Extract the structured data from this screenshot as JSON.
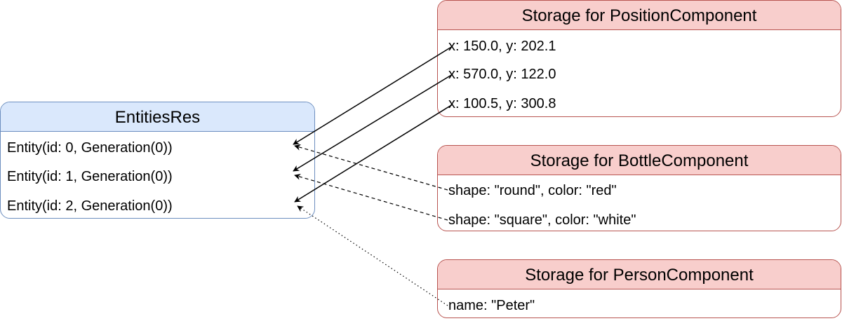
{
  "entities": {
    "title": "EntitiesRes",
    "rows": [
      "Entity(id: 0, Generation(0))",
      "Entity(id: 1, Generation(0))",
      "Entity(id: 2, Generation(0))"
    ]
  },
  "position_storage": {
    "title": "Storage for PositionComponent",
    "rows": [
      "x: 150.0, y: 202.1",
      "x: 570.0, y: 122.0",
      "x: 100.5, y: 300.8"
    ]
  },
  "bottle_storage": {
    "title": "Storage for BottleComponent",
    "rows": [
      "shape: \"round\", color: \"red\"",
      "shape: \"square\", color: \"white\""
    ]
  },
  "person_storage": {
    "title": "Storage for PersonComponent",
    "rows": [
      "name: \"Peter\""
    ]
  },
  "colors": {
    "entities_header_fill": "#dae8fc",
    "entities_border": "#6c8ebf",
    "storage_header_fill": "#f8cecc",
    "storage_border": "#b85450",
    "arrow": "#000000"
  },
  "connections": [
    {
      "from": "position_storage.rows.0",
      "to": "entities.rows.0",
      "style": "solid"
    },
    {
      "from": "position_storage.rows.1",
      "to": "entities.rows.1",
      "style": "solid"
    },
    {
      "from": "position_storage.rows.2",
      "to": "entities.rows.2",
      "style": "solid"
    },
    {
      "from": "bottle_storage.rows.0",
      "to": "entities.rows.0",
      "style": "dashed"
    },
    {
      "from": "bottle_storage.rows.1",
      "to": "entities.rows.1",
      "style": "dashed"
    },
    {
      "from": "person_storage.rows.0",
      "to": "entities.rows.2",
      "style": "dotted"
    }
  ]
}
